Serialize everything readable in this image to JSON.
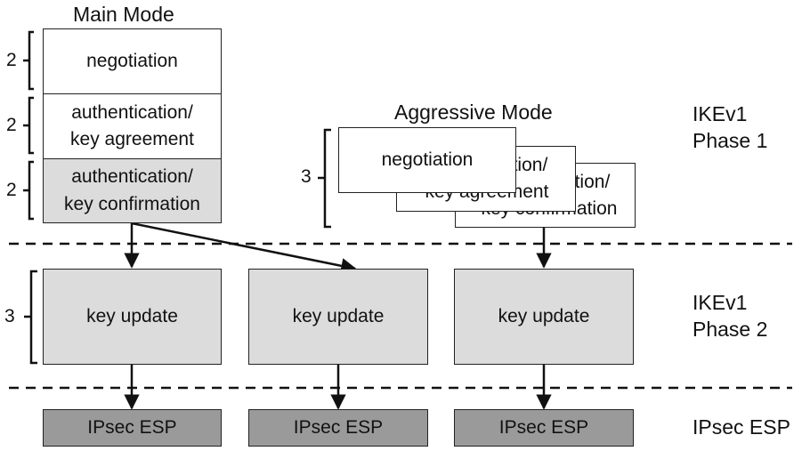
{
  "main_mode": {
    "title": "Main Mode",
    "steps": [
      "negotiation",
      "authentication/\nkey agreement",
      "authentication/\nkey confirmation"
    ],
    "step_counts": [
      "2",
      "2",
      "2"
    ]
  },
  "aggressive_mode": {
    "title": "Aggressive Mode",
    "front_label": "negotiation",
    "middle_label": "authentication/\nkey agreement",
    "back_label": "authentication/\nkey confirmation",
    "count": "3"
  },
  "phase2": {
    "box_label": "key update",
    "count": "3"
  },
  "esp": {
    "box_label": "IPsec ESP"
  },
  "side_labels": {
    "phase1": "IKEv1\nPhase 1",
    "phase2": "IKEv1\nPhase 2",
    "esp": "IPsec ESP"
  },
  "colors": {
    "white": "#ffffff",
    "light_gray": "#dcdcdc",
    "dark_gray": "#9a9a9a",
    "line": "#111111"
  }
}
